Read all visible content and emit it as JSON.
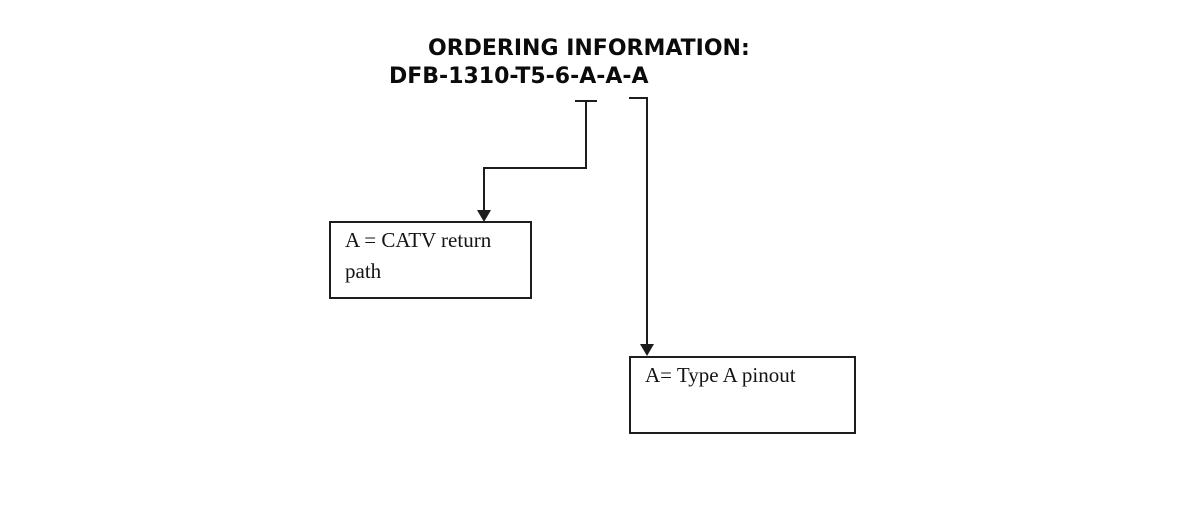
{
  "colors": {
    "background": "#ffffff",
    "text": "#0b0b0b",
    "line": "#1d1d1d"
  },
  "diagram": {
    "title": "ORDERING INFORMATION:",
    "part_number": "DFB-1310-T5-6-A-A-A",
    "callouts": [
      {
        "label": "A = CATV return path"
      },
      {
        "label": "A= Type A pinout"
      }
    ]
  }
}
